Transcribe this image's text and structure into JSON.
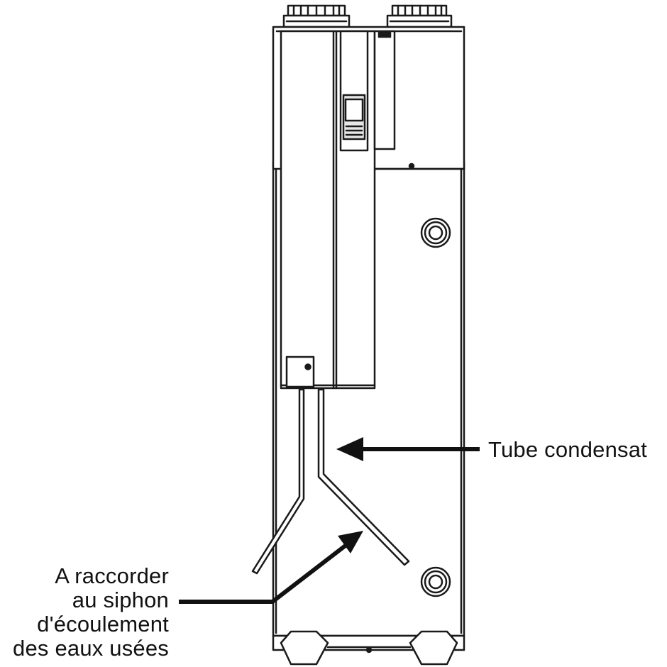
{
  "labels": {
    "tube_condensat": "Tube condensat",
    "raccorder": {
      "line1": "A raccorder",
      "line2": "au siphon",
      "line3": "d'écoulement",
      "line4": "des eaux usées"
    }
  },
  "colors": {
    "stroke": "#1a1a1a",
    "fill": "#ffffff",
    "shade": "#e6e6e6",
    "text": "#111111"
  }
}
